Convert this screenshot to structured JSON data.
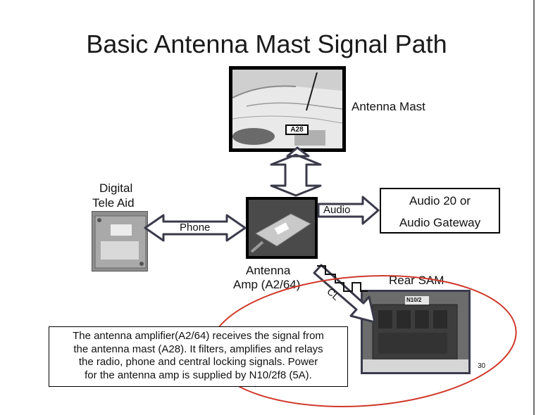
{
  "title": "Basic Antenna Mast Signal Path",
  "components": {
    "antenna_mast": {
      "label": "Antenna Mast",
      "tag": "A28"
    },
    "digital_tele_aid": {
      "label_line1": "Digital",
      "label_line2": "Tele Aid"
    },
    "antenna_amp": {
      "label_line1": "Antenna",
      "label_line2": "Amp (A2/64)"
    },
    "audio": {
      "line1": "Audio 20 or",
      "line2": "Audio Gateway"
    },
    "rear_sam": {
      "label": "Rear SAM",
      "tag": "N10/2"
    }
  },
  "connections": {
    "phone": "Phone",
    "audio": "Audio",
    "cl": "CL"
  },
  "description": [
    "The antenna amplifier(A2/64) receives the signal from",
    "the antenna mast (A28).  It filters, amplifies and relays",
    "the radio, phone and central locking signals.  Power",
    "for the antenna amp is supplied by N10/2f8 (5A)."
  ],
  "page_number": "30",
  "colors": {
    "highlight_ellipse": "#d0392b",
    "arrow_fill": "#ffffff",
    "arrow_stroke": "#3a3a4a"
  }
}
